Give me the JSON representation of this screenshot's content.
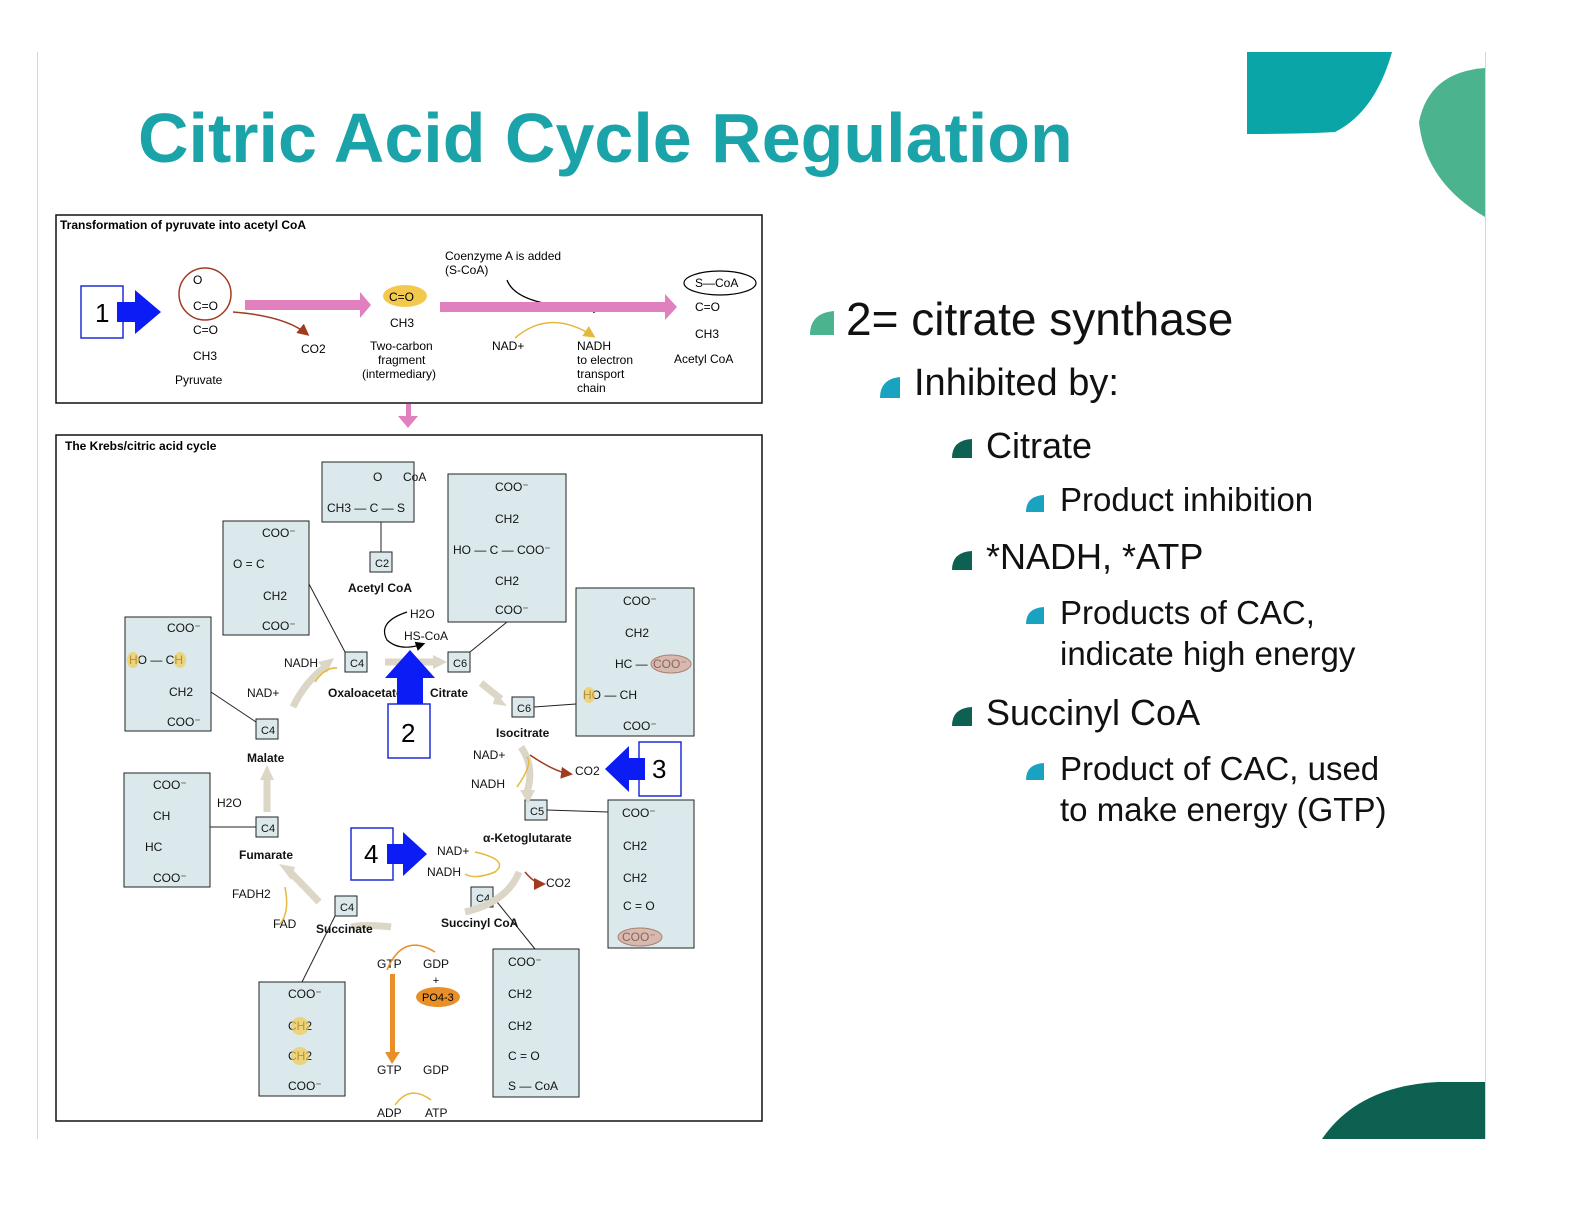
{
  "title": "Citric Acid Cycle Regulation",
  "colors": {
    "title": "#1aa3a8",
    "teal": "#0aa5a6",
    "green_light": "#4bb38d",
    "green_dark": "#0d6150",
    "box_fill": "#dbe9ec",
    "arrow_pink": "#e080bf",
    "arrow_blue": "#0b1cf5"
  },
  "bullets": {
    "l1": "2= citrate synthase",
    "l2": "Inhibited by:",
    "citrate": "Citrate",
    "product_inhibition": "Product inhibition",
    "nadh_atp": "*NADH, *ATP",
    "products_line1": "Products of CAC,",
    "products_line2": "indicate high energy",
    "succinyl": "Succinyl CoA",
    "succ_line1": "Product of CAC, used",
    "succ_line2": "to make energy (GTP)"
  },
  "diagram": {
    "top_panel_title": "Transformation of pyruvate into acetyl CoA",
    "cycle_panel_title": "The Krebs/citric acid cycle",
    "markers": [
      "1",
      "2",
      "3",
      "4"
    ],
    "pyruvate": "Pyruvate",
    "co2": "CO2",
    "two_carbon_1": "Two-carbon",
    "two_carbon_2": "fragment",
    "two_carbon_3": "(intermediary)",
    "coenzyme_1": "Coenzyme A is added",
    "coenzyme_2": "(S-CoA)",
    "nadplus": "NAD+",
    "nadh": "NADH",
    "to_etc_1": "to electron",
    "to_etc_2": "transport",
    "to_etc_3": "chain",
    "acetyl_coa": "Acetyl CoA",
    "c_eq_o": "C=O",
    "ch3": "CH3",
    "s_coa": "S—CoA",
    "oxaloacetate": "Oxaloacetate",
    "citrate": "Citrate",
    "isocitrate": "Isocitrate",
    "akg": "α-Ketoglutarate",
    "succinyl_coa": "Succinyl CoA",
    "succinate": "Succinate",
    "fumarate": "Fumarate",
    "malate": "Malate",
    "h2o": "H2O",
    "hs_coa": "HS-CoA",
    "fadh2": "FADH2",
    "fad": "FAD",
    "gtp": "GTP",
    "gdp": "GDP",
    "po4": "PO4-3",
    "adp": "ADP",
    "atp": "ATP",
    "c2": "C2",
    "c4": "C4",
    "c5": "C5",
    "c6": "C6"
  }
}
